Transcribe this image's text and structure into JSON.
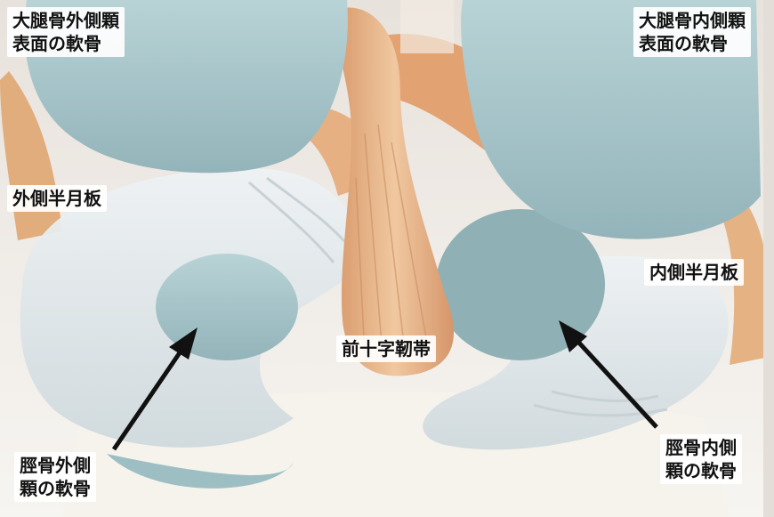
{
  "labels": {
    "lateral_femoral_condyle": {
      "line1": "大腿骨外側顆",
      "line2": "表面の軟骨"
    },
    "medial_femoral_condyle": {
      "line1": "大腿骨内側顆",
      "line2": "表面の軟骨"
    },
    "lateral_meniscus": "外側半月板",
    "medial_meniscus": "内側半月板",
    "acl": "前十字靭帯",
    "lateral_tibial_condyle": {
      "line1": "脛骨外側",
      "line2": "顆の軟骨"
    },
    "medial_tibial_condyle": {
      "line1": "脛骨内側",
      "line2": "顆の軟骨"
    }
  },
  "colors": {
    "cartilage": "#a9c7cc",
    "ligament": "#e7b488",
    "meniscus": "#e6ebee",
    "bone": "#f5f2ec",
    "label_bg": "#ffffff",
    "arrow": "#111111"
  }
}
